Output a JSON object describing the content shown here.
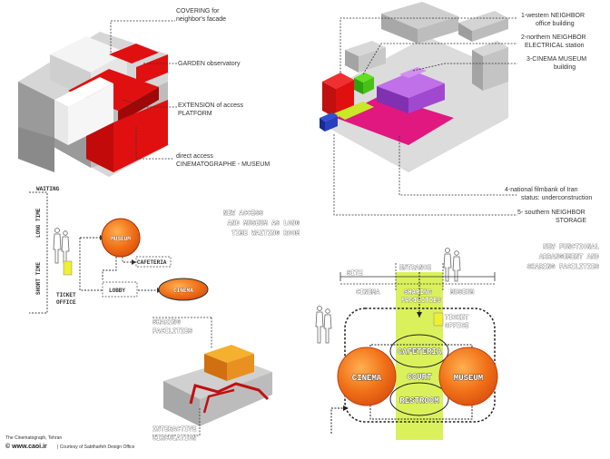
{
  "top_left_labels": {
    "covering_1": "COVERING for",
    "covering_2": "neighbor's facade",
    "garden": "GARDEN observatory",
    "extension_1": "EXTENSION of access",
    "extension_2": "PLATFORM",
    "direct_1": "direct access",
    "direct_2": "CINEMATOGRAPHE - MUSEUM"
  },
  "top_right_labels": {
    "n1_1": "1-western NEIGHBOR",
    "n1_2": "office building",
    "n2_1": "2-northern NEIGHBOR",
    "n2_2": "ELECTRICAL station",
    "n3_1": "3-CINEMA MUSEUM",
    "n3_2": "building",
    "n4_1": "4-national filmbank of Iran",
    "n4_2": "status: underconstruction",
    "n5_1": "5- southern NEIGHBOR",
    "n5_2": "STORAGE"
  },
  "access_diagram": {
    "title_1": "NEW ACCESS",
    "title_2": "AND MUSEUM AS LONG",
    "title_3": "TIME WAITING ROOM",
    "waiting": "WAITING",
    "long_time": "LONG TIME",
    "short_time": "SHORT TIME",
    "museum": "MUSEUM",
    "cafeteria": "CAFETERIA",
    "lobby": "LOBBY",
    "cinema": "CINEMA",
    "ticket_1": "TICKET",
    "ticket_2": "OFFICE"
  },
  "sharing_diagram": {
    "sharing_1": "SHARING",
    "sharing_2": "FACILITIES",
    "interactive_1": "INTERACTIVE",
    "interactive_2": "CIRCULATION"
  },
  "functional_diagram": {
    "title_1": "NEW FUNCTIONAL",
    "title_2": "ARRANGEMENT AND",
    "title_3": "SHARING FACILITIES",
    "entrance": "ENTRANCE",
    "site": "SITE",
    "col_cinema": "CINEMA",
    "col_sharing_1": "SHARING",
    "col_sharing_2": "FACILITIES",
    "col_museum": "MUSEUM",
    "ticket_1": "TICKET",
    "ticket_2": "OFFICE",
    "cafeteria": "CAFETERIA",
    "court": "COURT",
    "restroom": "RESTROOM",
    "cinema": "CINEMA",
    "museum": "MUSEUM"
  },
  "footer": {
    "caption": "The Cinematograph, Tehran",
    "site": "© www.caoi.ir",
    "courtesy": "| Courtesy of Sabtharfeh Design Office"
  },
  "colors": {
    "red": "#e01010",
    "magenta": "#e0187a",
    "purple": "#a040c8",
    "orange": "#f07018",
    "yellow_green": "#d8f030",
    "gray": "#c8c8c8"
  }
}
